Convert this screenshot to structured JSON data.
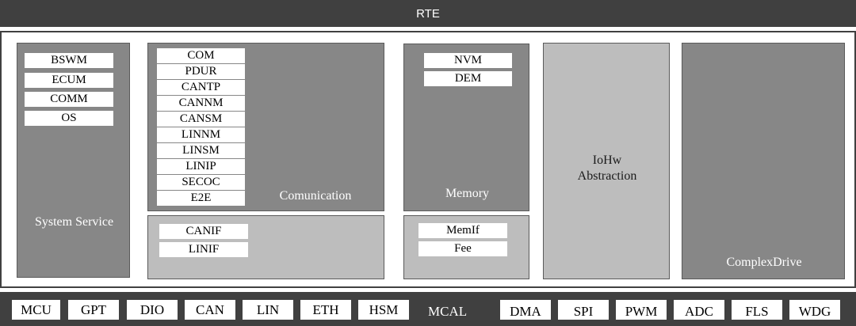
{
  "rte": "RTE",
  "system_service": {
    "label": "System Service",
    "modules": [
      "BSWM",
      "ECUM",
      "COMM",
      "OS"
    ]
  },
  "communication": {
    "label": "Comunication",
    "modules": [
      "COM",
      "PDUR",
      "CANTP",
      "CANNM",
      "CANSM",
      "LINNM",
      "LINSM",
      "LINIP",
      "SECOC",
      "E2E"
    ]
  },
  "comm_interface": {
    "modules": [
      "CANIF",
      "LINIF"
    ]
  },
  "memory": {
    "label": "Memory",
    "modules": [
      "NVM",
      "DEM"
    ]
  },
  "mem_interface": {
    "modules": [
      "MemIf",
      "Fee"
    ]
  },
  "iohw": {
    "line1": "IoHw",
    "line2": "Abstraction"
  },
  "complex_drive": {
    "label": "ComplexDrive"
  },
  "mcal": {
    "label": "MCAL",
    "left_modules": [
      "MCU",
      "GPT",
      "DIO",
      "CAN",
      "LIN",
      "ETH",
      "HSM"
    ],
    "right_modules": [
      "DMA",
      "SPI",
      "PWM",
      "ADC",
      "FLS",
      "WDG"
    ]
  },
  "colors": {
    "bar": "#404040",
    "dark_panel": "#878787",
    "light_panel": "#bdbdbd",
    "module_box": "#ffffff"
  }
}
